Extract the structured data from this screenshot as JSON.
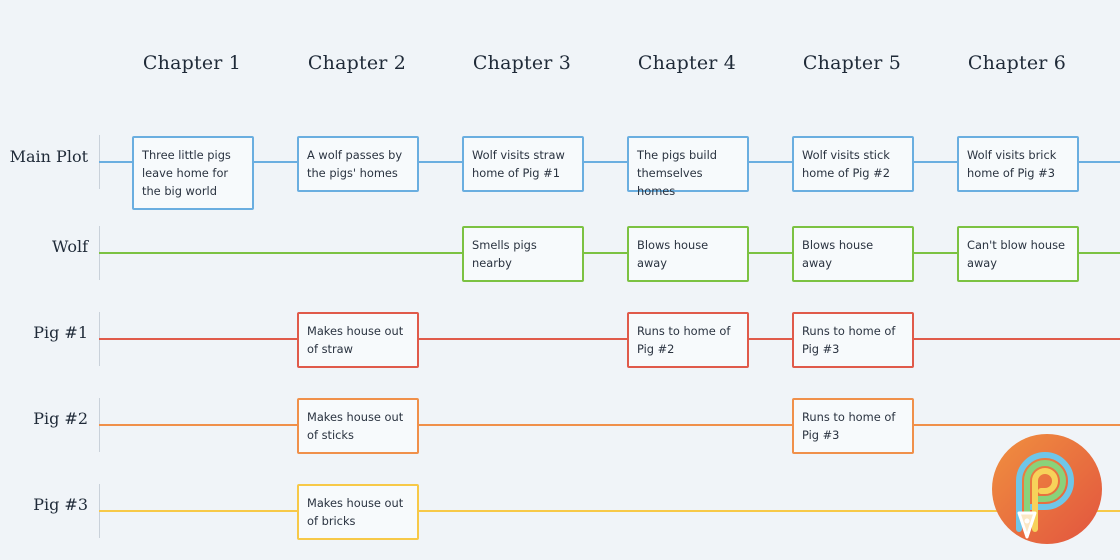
{
  "chapters": [
    "Chapter 1",
    "Chapter 2",
    "Chapter 3",
    "Chapter 4",
    "Chapter 5",
    "Chapter 6"
  ],
  "lanes": {
    "main_plot": {
      "label": "Main Plot",
      "color": "#6aaee0",
      "events": [
        "Three little pigs leave home for the big world",
        "A wolf passes by the pigs' homes",
        "Wolf visits straw home of Pig #1",
        "The pigs build themselves homes",
        "Wolf visits stick home of Pig #2",
        "Wolf visits brick home of Pig #3"
      ]
    },
    "wolf": {
      "label": "Wolf",
      "color": "#7cc242",
      "events": [
        "Smells pigs nearby",
        "Blows house away",
        "Blows house away",
        "Can't blow house away"
      ]
    },
    "pig1": {
      "label": "Pig #1",
      "color": "#e05a4a",
      "events": [
        "Makes house out of straw",
        "Runs to home of Pig #2",
        "Runs to home of Pig #3"
      ]
    },
    "pig2": {
      "label": "Pig #2",
      "color": "#f0904a",
      "events": [
        "Makes house out of sticks",
        "Runs to home of Pig #3"
      ]
    },
    "pig3": {
      "label": "Pig #3",
      "color": "#f7c948",
      "events": [
        "Makes house out of bricks"
      ]
    }
  },
  "logo": {
    "icon": "pen-nib-logo-icon",
    "gradient": [
      "#f0903f",
      "#e2543f"
    ]
  }
}
